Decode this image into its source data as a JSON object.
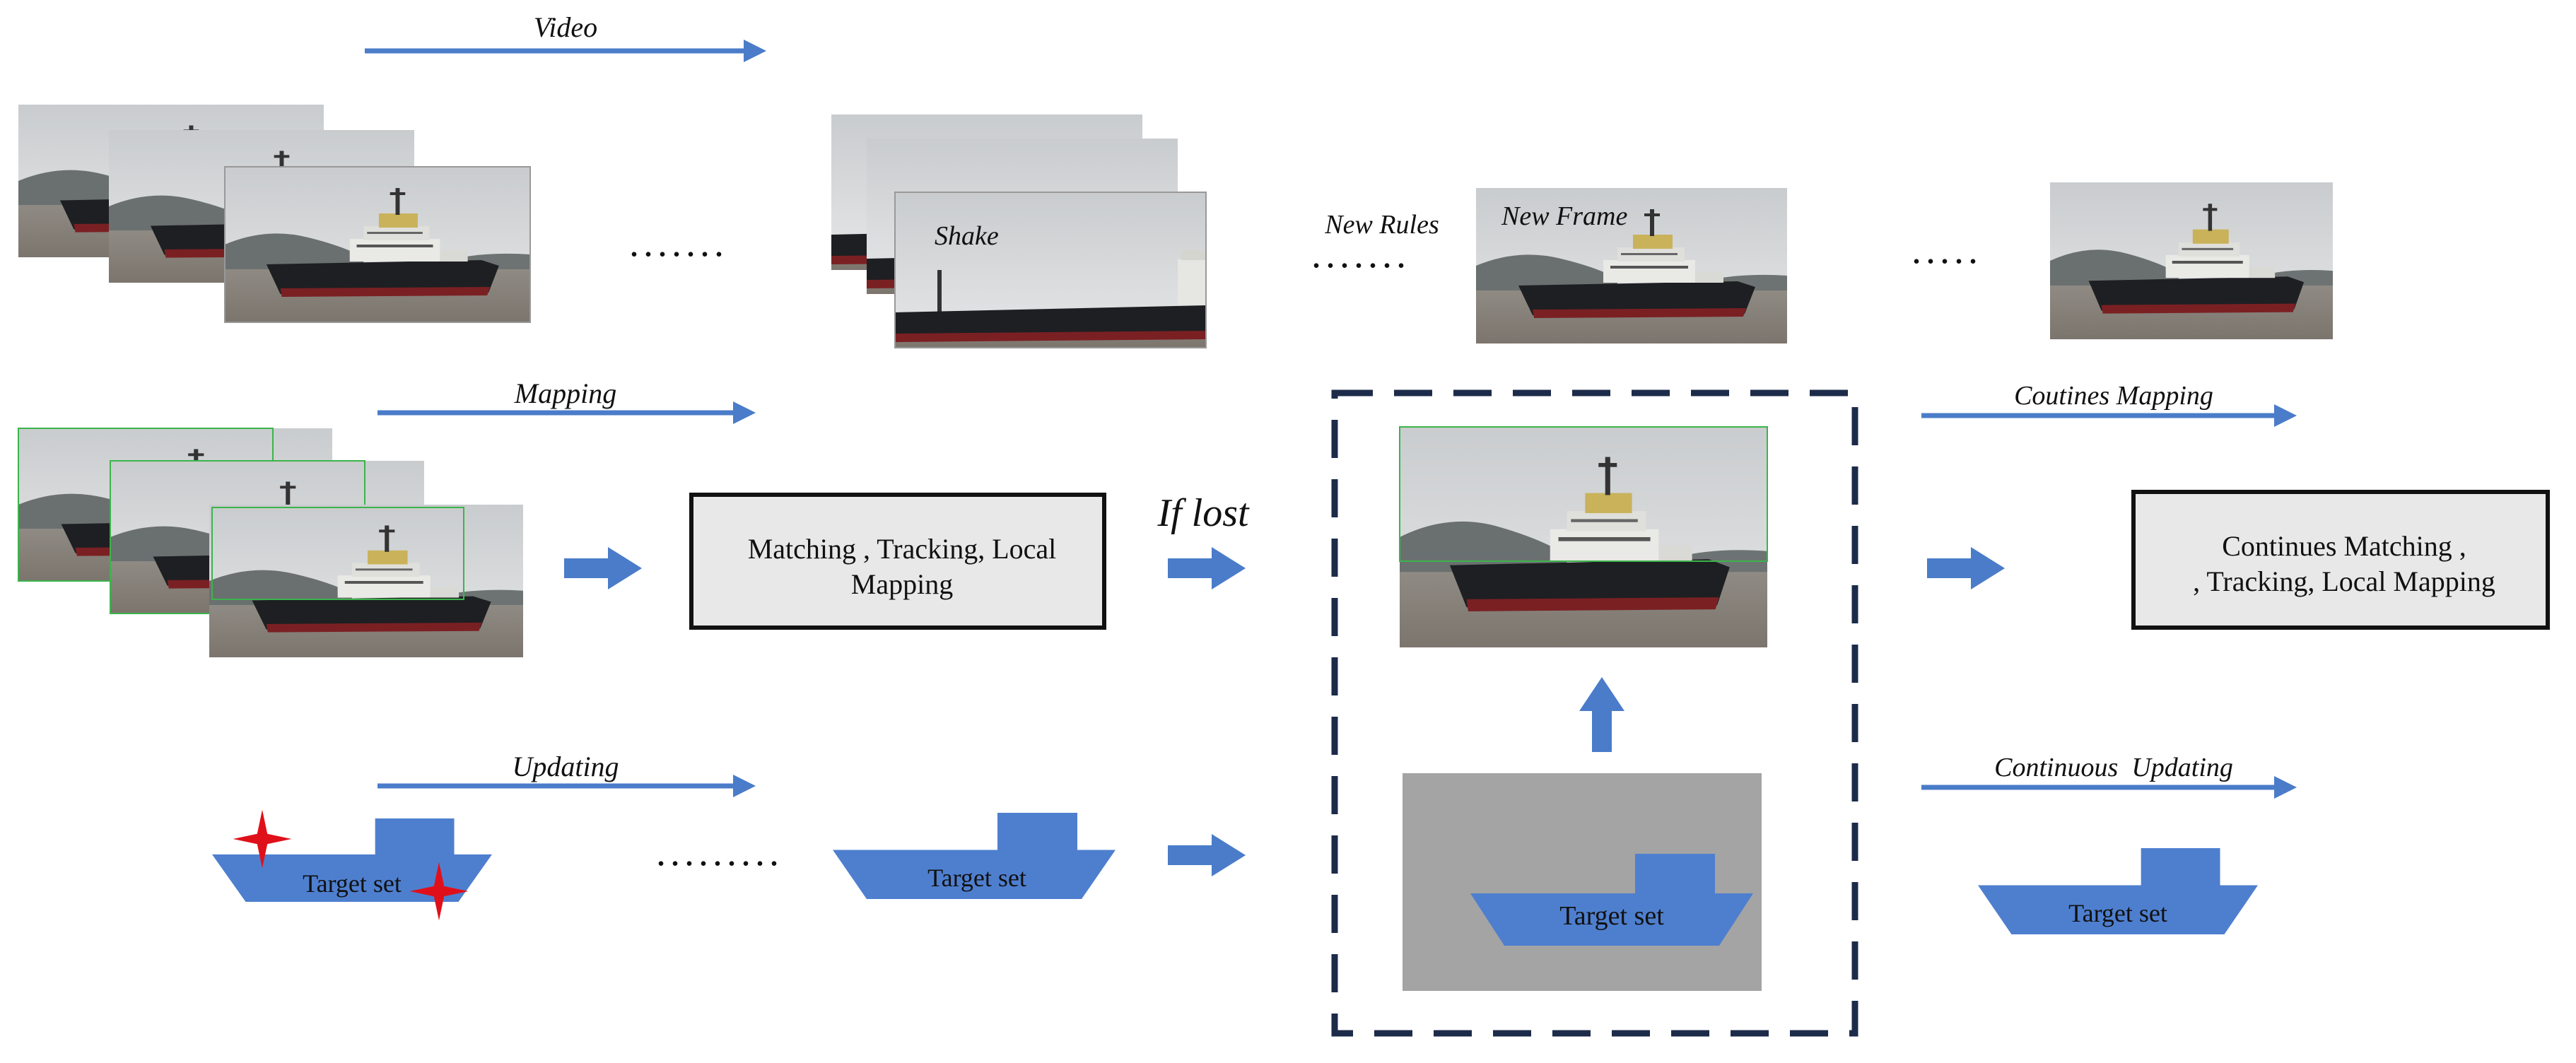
{
  "labels": {
    "video": "Video",
    "mapping": "Mapping",
    "updating": "Updating",
    "shake": "Shake",
    "new_rules": "New Rules",
    "new_frame": "New Frame",
    "if_lost": "If lost",
    "coutines_mapping": "Coutines Mapping",
    "continuous_updating": "Continuous  Updating"
  },
  "boxes": {
    "mtl_line1": "Matching , Tracking, Local",
    "mtl_line2": "Mapping",
    "cont_line1": "Continues Matching ,",
    "cont_line2": ", Tracking, Local Mapping"
  },
  "target_set": "Target set",
  "colors": {
    "arrow": "#4a7cc9",
    "ship_blue": "#4e7fcf",
    "dashed_border": "#1d2b4a",
    "gray_panel": "#a4a4a4",
    "box_fill": "#e8e8e8",
    "star_red": "#e0101a"
  }
}
